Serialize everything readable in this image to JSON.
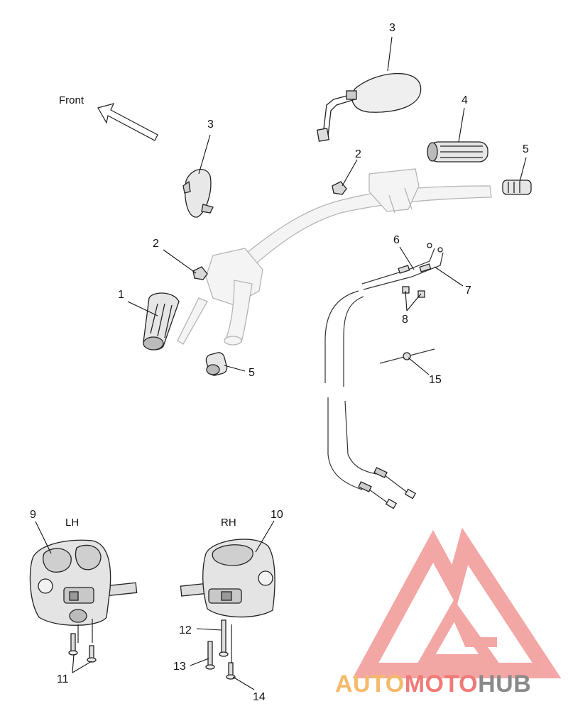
{
  "labels": {
    "front": "Front",
    "lh": "LH",
    "rh": "RH"
  },
  "callouts": {
    "c1": "1",
    "c2a": "2",
    "c2b": "2",
    "c3a": "3",
    "c3b": "3",
    "c4": "4",
    "c5a": "5",
    "c5b": "5",
    "c6": "6",
    "c7": "7",
    "c8": "8",
    "c9": "9",
    "c10": "10",
    "c11": "11",
    "c12": "12",
    "c13": "13",
    "c14": "14",
    "c15": "15"
  },
  "watermark": {
    "part1": "AUTO",
    "part2": "MOTO",
    "part3": "HUB",
    "color_auto": "#f5b96a",
    "color_moto": "#f07a78",
    "color_hub": "#8a8a8a",
    "logo_color": "#f08a88"
  }
}
